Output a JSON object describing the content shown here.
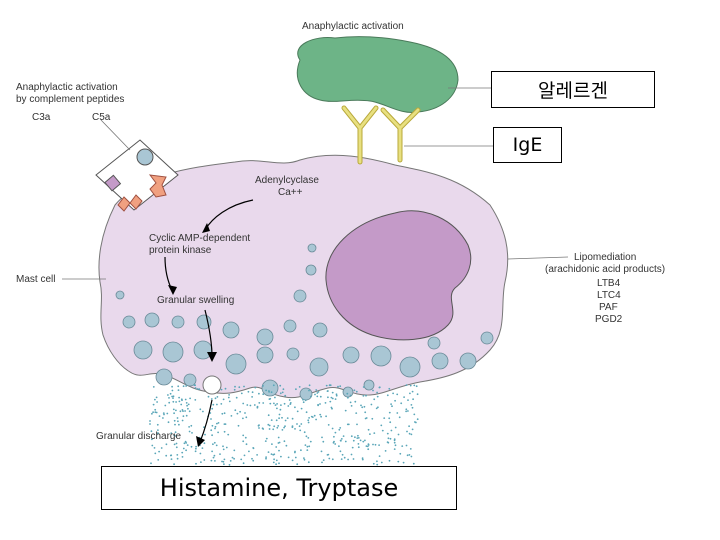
{
  "labels": {
    "anaphylactic_top": "Anaphylactic activation",
    "complement_line1": "Anaphylactic activation",
    "complement_line2": "by complement peptides",
    "c3a": "C3a",
    "c5a": "C5a",
    "adenylcyclase": "Adenylcyclase",
    "ca": "Ca++",
    "cyclic_line1": "Cyclic AMP-dependent",
    "cyclic_line2": "protein kinase",
    "granular_swelling": "Granular swelling",
    "granular_discharge": "Granular discharge",
    "mast_cell": "Mast cell",
    "lipomediation": "Lipomediation",
    "arachidonic": "(arachidonic acid products)",
    "ltb4": "LTB4",
    "ltc4": "LTC4",
    "paf": "PAF",
    "pgd2": "PGD2"
  },
  "boxes": {
    "allergen": "알레르겐",
    "ige": "IgE",
    "histamine": "Histamine, Tryptase"
  },
  "colors": {
    "allergen": "#6db487",
    "cell": "#e9d9ec",
    "nucleus": "#c49ac8",
    "antibody": "#e8e080",
    "granule": "#a9c6d4",
    "dots": "#5aa6b8"
  }
}
